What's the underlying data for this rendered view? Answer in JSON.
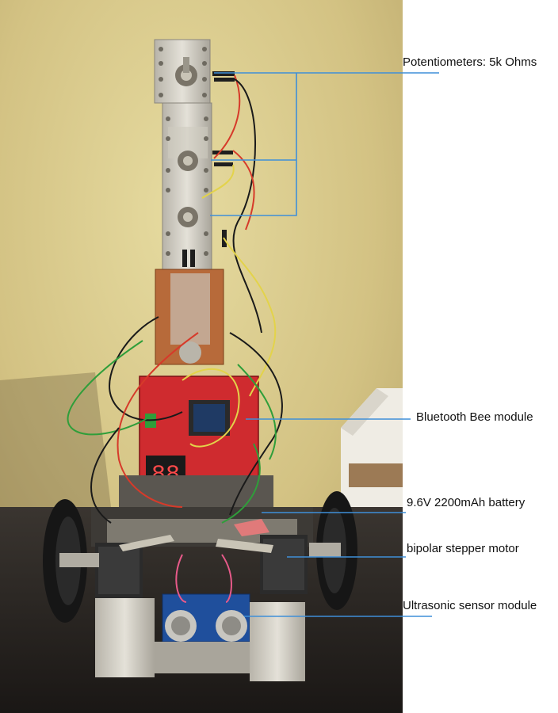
{
  "labels": {
    "potentiometers": "Potentiometers: 5k Ohms",
    "bluetooth": "Bluetooth Bee module",
    "battery": "9.6V 2200mAh battery",
    "stepper": "bipolar stepper motor",
    "ultrasonic": "Ultrasonic sensor module"
  },
  "display_digits": "88",
  "colors": {
    "leader_line": "#3f8fd8",
    "wall": "#d8c98a",
    "board_red": "#d8242a",
    "wheel": "#1a1a1a"
  }
}
